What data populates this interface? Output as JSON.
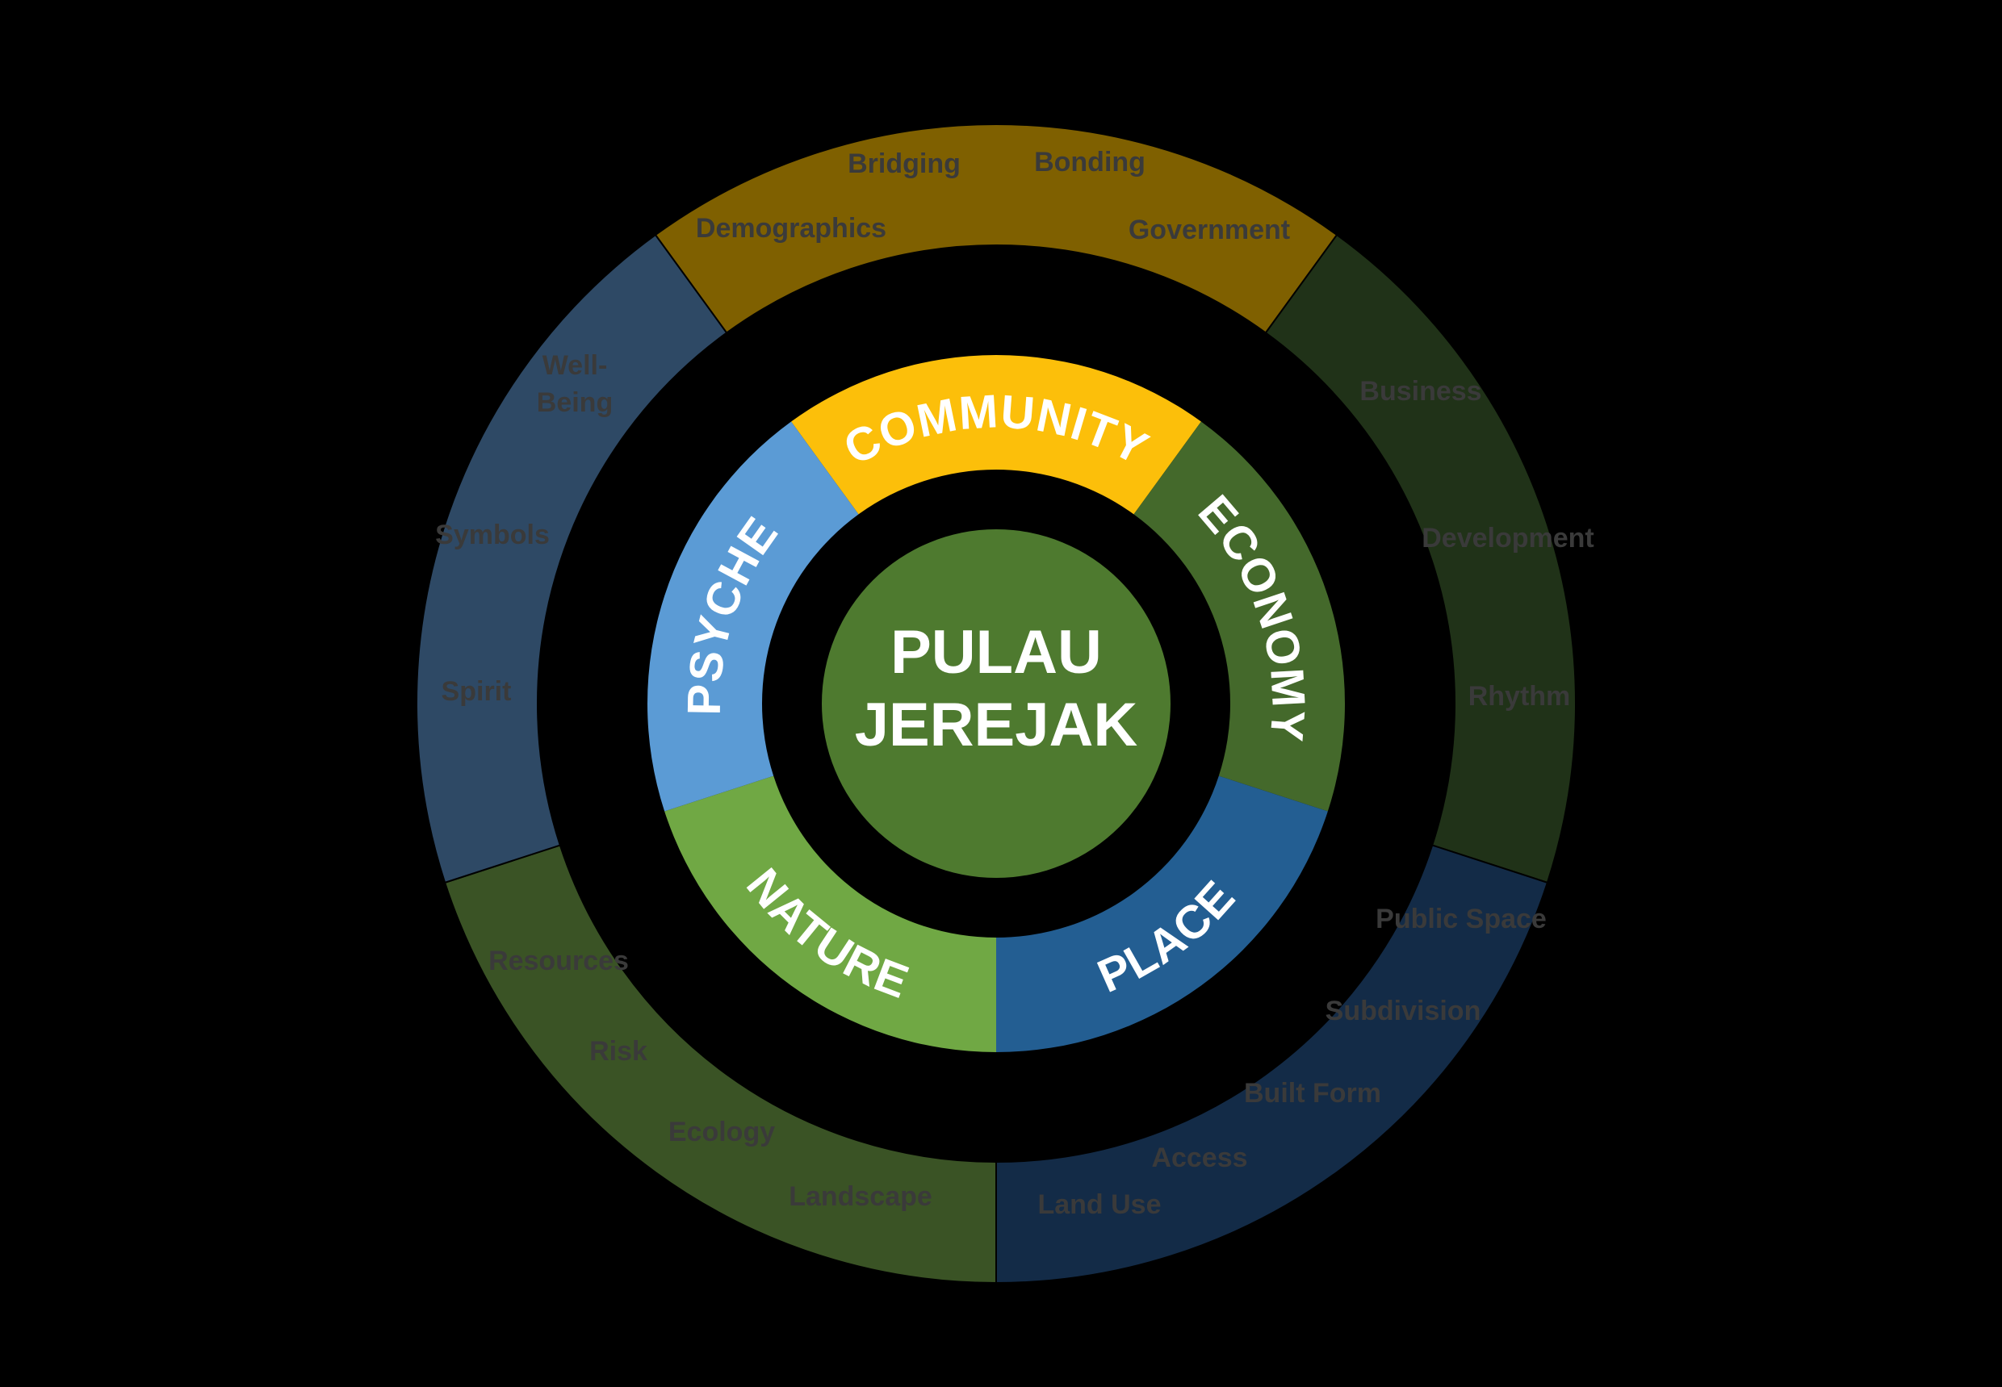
{
  "center": {
    "lines": [
      "PULAU",
      "JEREJAK"
    ],
    "color": "#4e7a2f"
  },
  "inner_ring": [
    {
      "label": "COMMUNITY",
      "color": "#fcbf0a"
    },
    {
      "label": "ECONOMY",
      "color": "#44692b"
    },
    {
      "label": "PLACE",
      "color": "#235e92"
    },
    {
      "label": "NATURE",
      "color": "#70a844"
    },
    {
      "label": "PSYCHE",
      "color": "#5b9bd5"
    }
  ],
  "outer_ring": [
    {
      "color": "#7f6000",
      "labels": [
        "Bridging",
        "Bonding",
        "Demographics",
        "Government"
      ]
    },
    {
      "color": "#203218",
      "labels": [
        "Business",
        "Development",
        "Rhythm"
      ]
    },
    {
      "color": "#132b47",
      "labels": [
        "Public Space",
        "Subdivision",
        "Built Form",
        "Access",
        "Land Use"
      ]
    },
    {
      "color": "#3a5325",
      "labels": [
        "Resources",
        "Risk",
        "Ecology",
        "Landscape"
      ]
    },
    {
      "color": "#2e4965",
      "labels": [
        "Well-",
        "Being",
        "Symbols",
        "Spirit"
      ]
    }
  ]
}
